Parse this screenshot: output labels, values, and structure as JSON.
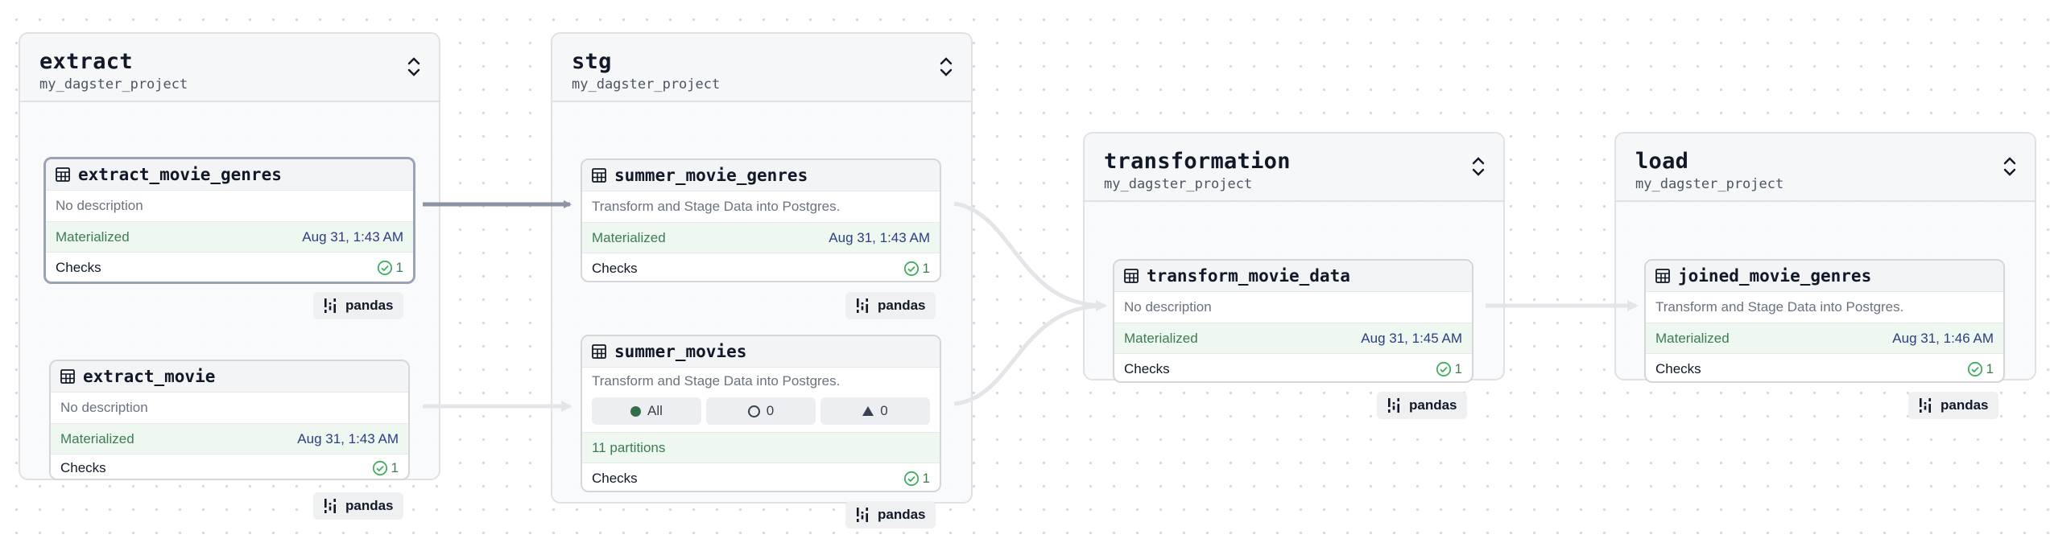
{
  "groups": [
    {
      "title": "extract",
      "subtitle": "my_dagster_project"
    },
    {
      "title": "stg",
      "subtitle": "my_dagster_project"
    },
    {
      "title": "transformation",
      "subtitle": "my_dagster_project"
    },
    {
      "title": "load",
      "subtitle": "my_dagster_project"
    }
  ],
  "assets": {
    "extract_movie_genres": {
      "name": "extract_movie_genres",
      "description": "No description",
      "status": "Materialized",
      "date": "Aug 31, 1:43 AM",
      "checks_label": "Checks",
      "checks_count": "1",
      "tag": "pandas"
    },
    "extract_movie": {
      "name": "extract_movie",
      "description": "No description",
      "status": "Materialized",
      "date": "Aug 31, 1:43 AM",
      "checks_label": "Checks",
      "checks_count": "1",
      "tag": "pandas"
    },
    "summer_movie_genres": {
      "name": "summer_movie_genres",
      "description": "Transform and Stage Data into Postgres.",
      "status": "Materialized",
      "date": "Aug 31, 1:43 AM",
      "checks_label": "Checks",
      "checks_count": "1",
      "tag": "pandas"
    },
    "summer_movies": {
      "name": "summer_movies",
      "description": "Transform and Stage Data into Postgres.",
      "filter_all": "All",
      "filter_missing": "0",
      "filter_failed": "0",
      "partitions": "11 partitions",
      "checks_label": "Checks",
      "checks_count": "1",
      "tag": "pandas"
    },
    "transform_movie_data": {
      "name": "transform_movie_data",
      "description": "No description",
      "status": "Materialized",
      "date": "Aug 31, 1:45 AM",
      "checks_label": "Checks",
      "checks_count": "1",
      "tag": "pandas"
    },
    "joined_movie_genres": {
      "name": "joined_movie_genres",
      "description": "Transform and Stage Data into Postgres.",
      "status": "Materialized",
      "date": "Aug 31, 1:46 AM",
      "checks_label": "Checks",
      "checks_count": "1",
      "tag": "pandas"
    }
  },
  "icons": {
    "asset": "table-icon",
    "collapse": "collapse-icon",
    "check": "check-circle-icon",
    "tag": "pandas-icon"
  },
  "colors": {
    "materialized_bg": "#eef7f0",
    "materialized_text": "#3d7d52",
    "date_text": "#2c3e82",
    "edge_selected": "#8b93a4",
    "edge_default": "#e3e5e8"
  }
}
